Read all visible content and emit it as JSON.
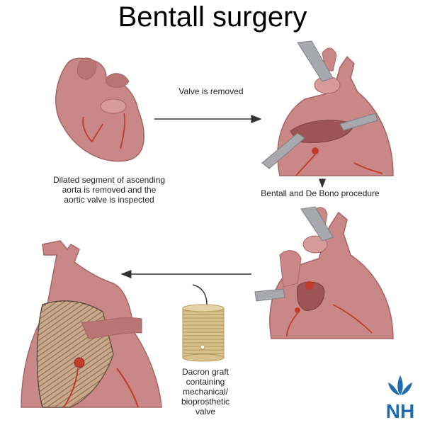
{
  "title": "Bentall surgery",
  "captions": {
    "step1": [
      "Dilated segment of ascending",
      "aorta is removed and the",
      "aortic valve is inspected"
    ],
    "arrow1": "Valve is removed",
    "arrow2": "Bentall and De Bono procedure",
    "graft": [
      "Dacron graft",
      "containing",
      "mechanical/",
      "bioprosthetic",
      "valve"
    ]
  },
  "logo": {
    "text": "NH"
  },
  "colors": {
    "heart": "#c98787",
    "heart_dark": "#a86565",
    "vessel": "#c23b2b",
    "graft": "#d9c28c",
    "instrument": "#a7a9ac",
    "logo_blue": "#1f6cb3"
  }
}
